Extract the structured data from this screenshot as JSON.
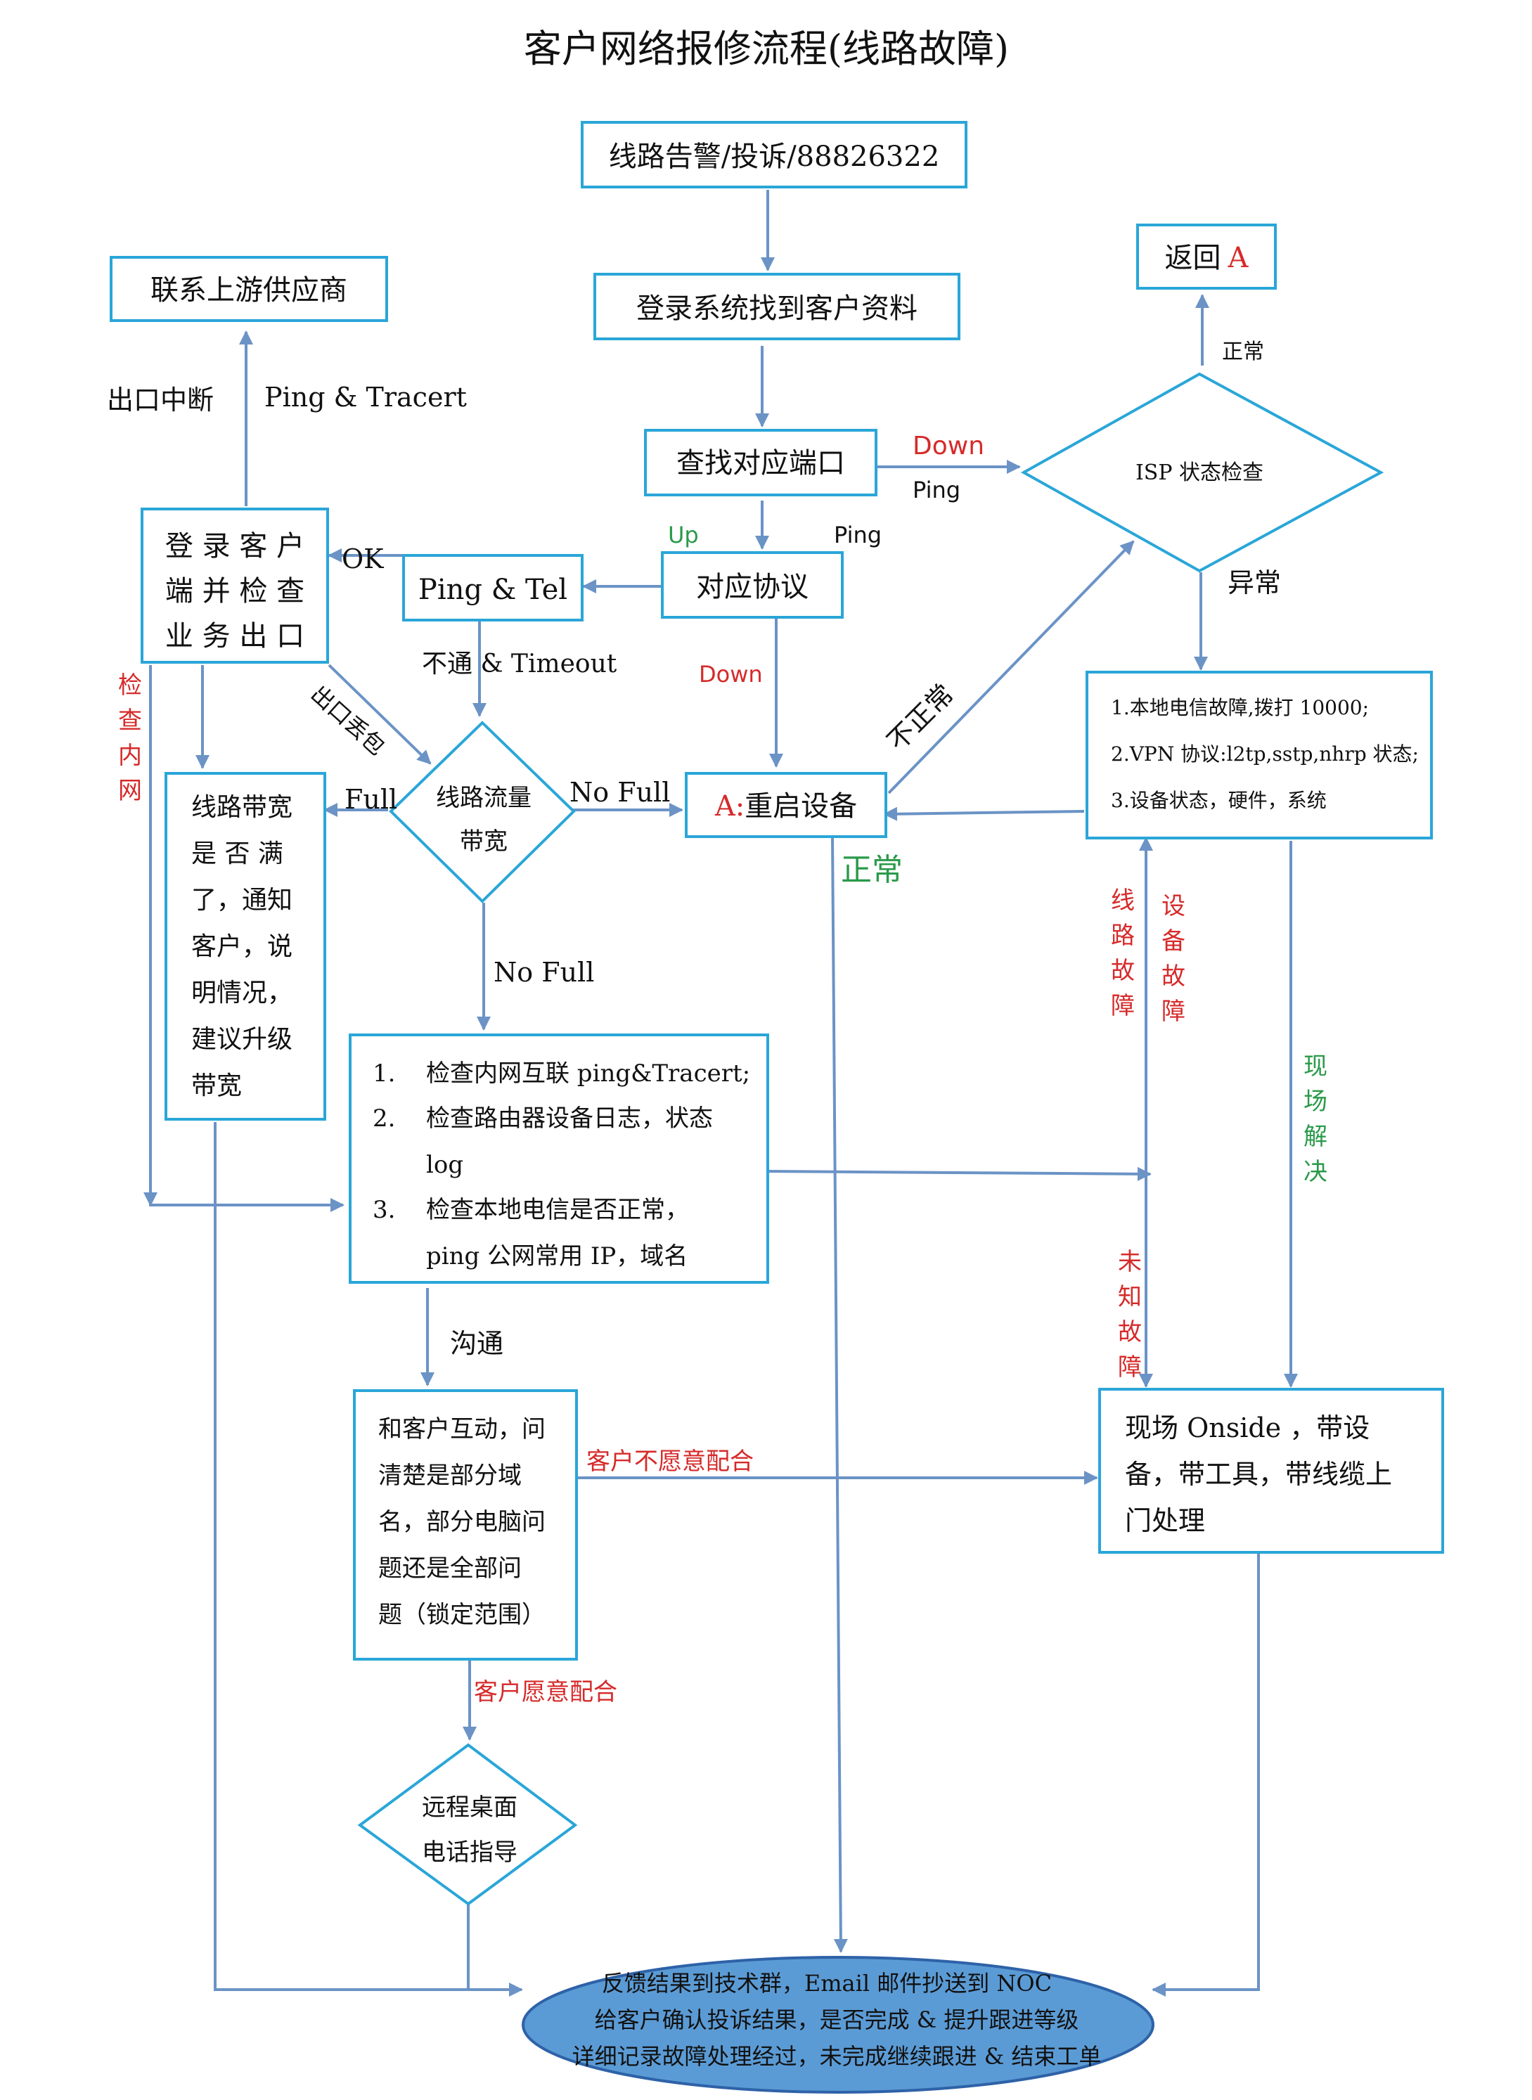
{
  "title": "客户网络报修流程(线路故障)",
  "nodes": {
    "alarm": "线路告警/投诉/88826322",
    "login_system": "登录系统找到客户资料",
    "find_port": "查找对应端口",
    "protocol": "对应协议",
    "ping_tel": "Ping & Tel",
    "login_client": [
      "登 录 客 户",
      "端 并 检 查",
      "业 务 出 口"
    ],
    "upstream": "联系上游供应商",
    "return_a": "返回",
    "return_a_letter": "A",
    "isp_check": "ISP 状态检查",
    "local_fault": [
      "1.本地电信故障,拨打 10000;",
      "2.VPN 协议:l2tp,sstp,nhrp  状态;",
      "3.设备状态，硬件，系统"
    ],
    "restart_prefix": "A:",
    "restart": "重启设备",
    "bandwidth_diamond": [
      "线路流量",
      "带宽"
    ],
    "bandwidth_note": [
      "线路带宽",
      "是 否 满",
      "了，通知",
      "客户，说",
      "明情况，",
      "建议升级",
      "带宽"
    ],
    "checks": [
      {
        "num": "1.",
        "text": "检查内网互联 ping&Tracert;"
      },
      {
        "num": "2.",
        "text": "检查路由器设备日志，状态"
      },
      {
        "num": "",
        "text": "log"
      },
      {
        "num": "3.",
        "text": "检查本地电信是否正常，"
      },
      {
        "num": "",
        "text": "ping 公网常用 IP，域名"
      }
    ],
    "interact": [
      "和客户互动，问",
      "清楚是部分域",
      "名，部分电脑问",
      "题还是全部问",
      "题（锁定范围）"
    ],
    "onsite": [
      "现场  Onside  ，带设",
      "备，带工具，带线缆上",
      "门处理"
    ],
    "remote_desktop": [
      "远程桌面",
      "电话指导"
    ],
    "feedback": [
      "反馈结果到技术群，Email 邮件抄送到 NOC",
      "给客户确认投诉结果，是否完成 & 提升跟进等级",
      "详细记录故障处理经过，未完成继续跟进 & 结束工单"
    ]
  },
  "labels": {
    "exit_break": "出口中断",
    "ping_tracert": "Ping & Tracert",
    "ok": "OK",
    "up": "Up",
    "ping_protocol": "Ping",
    "down_port": "Down",
    "ping_port": "Ping",
    "down_protocol": "Down",
    "timeout": "不通 & Timeout",
    "packet_loss": "出口丢包",
    "check_lan": [
      "检",
      "查",
      "内",
      "网"
    ],
    "full": "Full",
    "no_full_right": "No Full",
    "no_full_down": "No Full",
    "normal_isp": "正常",
    "abnormal": "异常",
    "not_normal": "不正常",
    "normal_green": "正常",
    "line_fault": [
      "线",
      "路",
      "故",
      "障"
    ],
    "device_fault": [
      "设",
      "备",
      "故",
      "障"
    ],
    "onsite_solve": [
      "现",
      "场",
      "解",
      "决"
    ],
    "unknown_fault": [
      "未",
      "知",
      "故",
      "障"
    ],
    "communicate": "沟通",
    "client_unwilling": "客户不愿意配合",
    "client_willing": "客户愿意配合"
  },
  "colors": {
    "box_border": "#2aa6d8",
    "connector": "#6b93c6",
    "red": "#d62a2a",
    "green": "#2a9a4a",
    "feedback_fill": "#5b9bd5",
    "feedback_border": "#2e62a8"
  }
}
